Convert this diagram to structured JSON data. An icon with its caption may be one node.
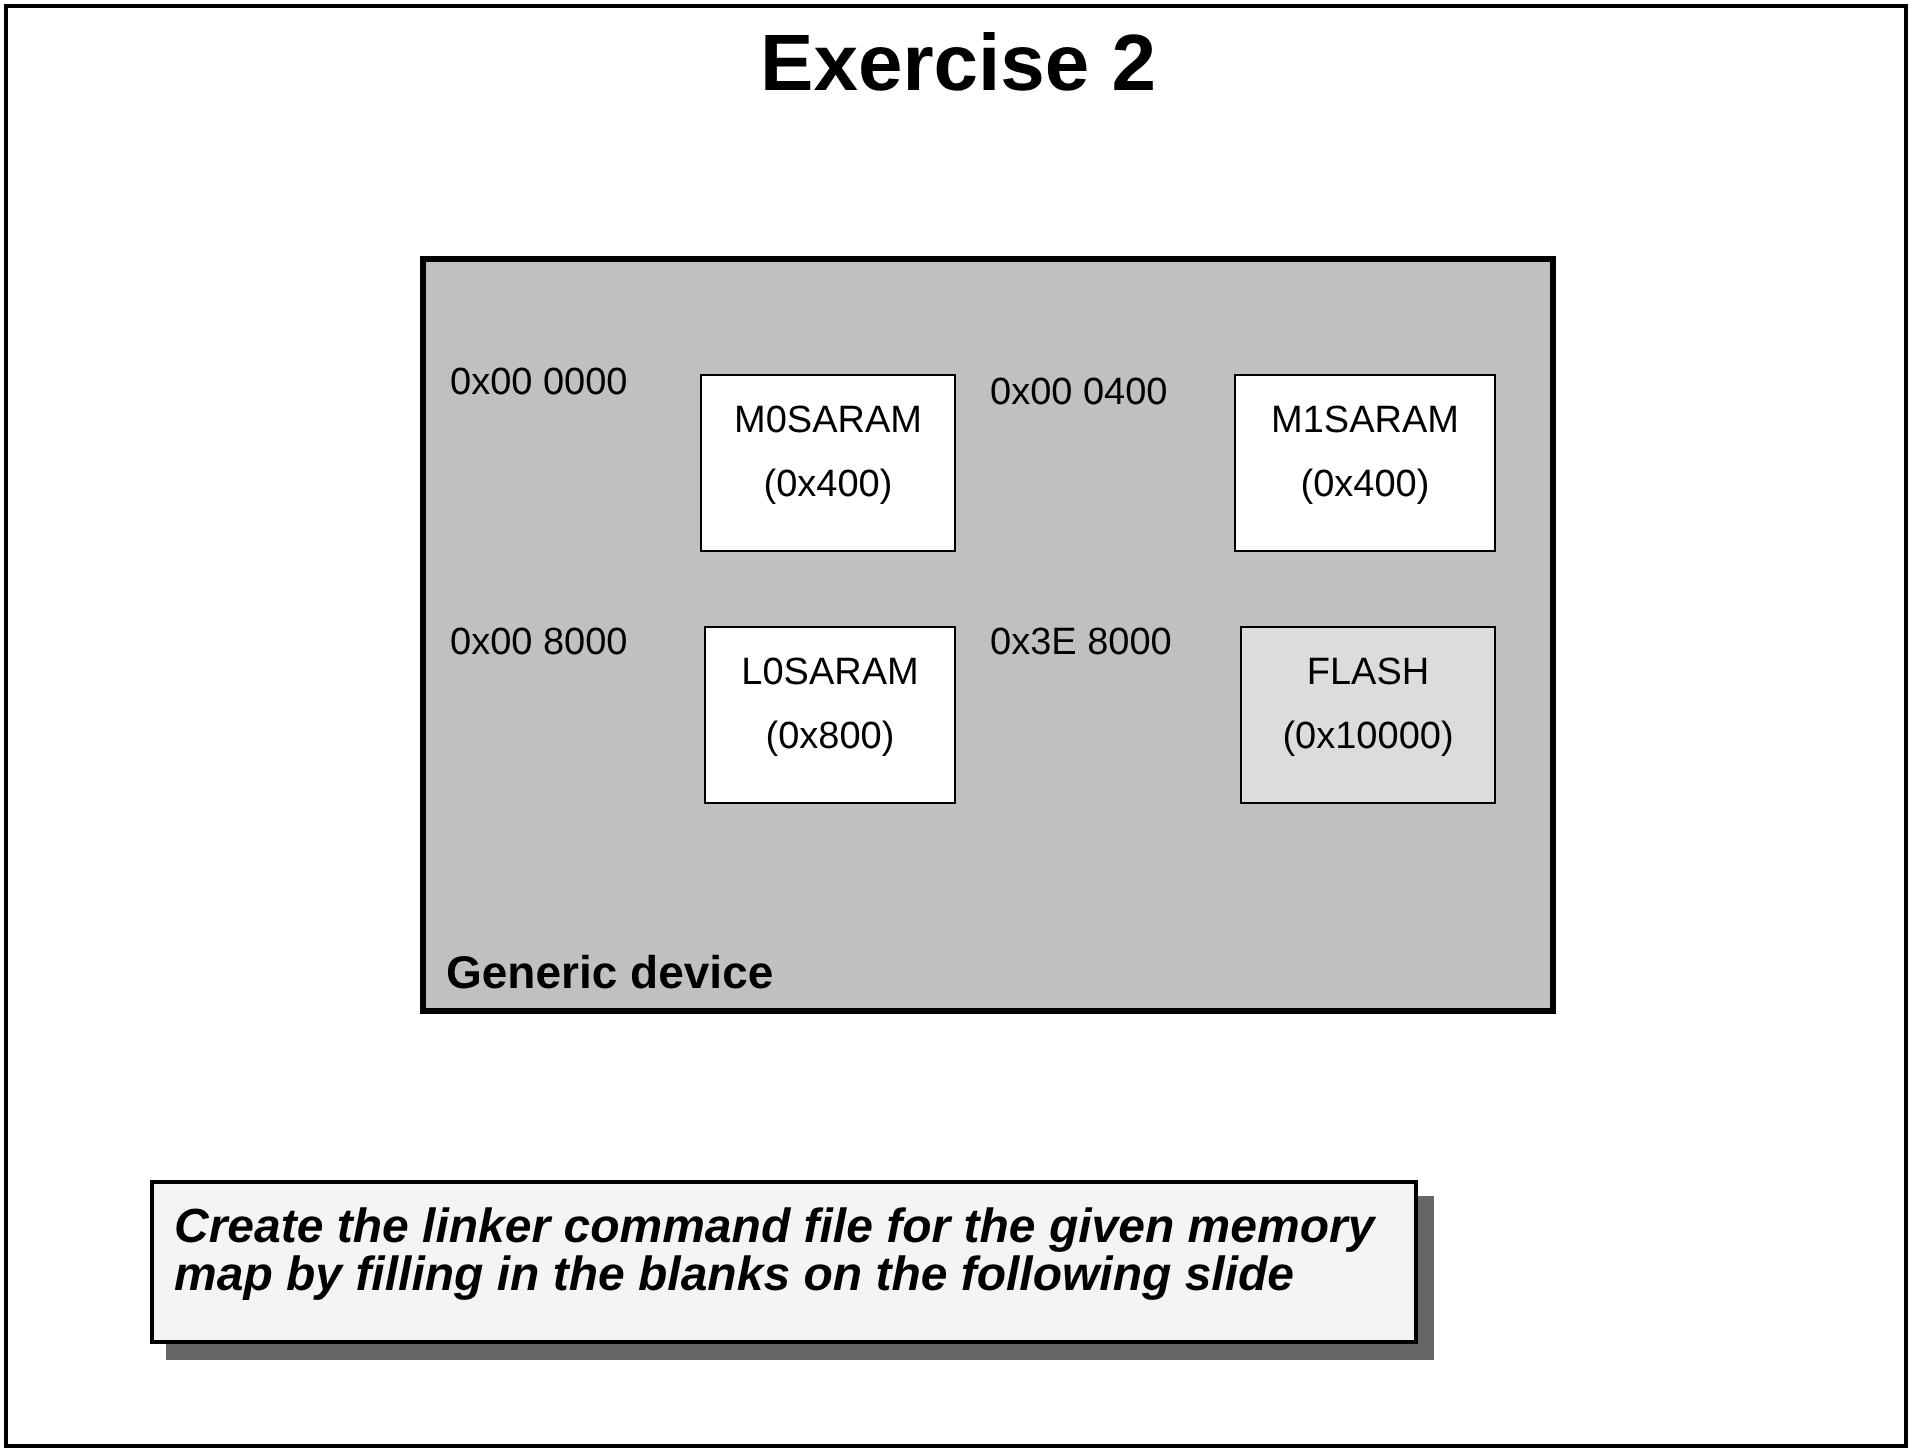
{
  "diagram": {
    "title": "Exercise 2",
    "nodes": [
      {
        "text": [
          "Generic device"
        ]
      },
      {
        "text": [
          "M0SARAM",
          "(0x400)"
        ],
        "in": 0
      },
      {
        "text": [
          "M1SARAM",
          "(0x400)"
        ],
        "in": 0
      },
      {
        "text": [
          "L0SARAM",
          "(0x800)"
        ],
        "in": 0
      },
      {
        "text": [
          "FLASH",
          "(0x10000)"
        ],
        "in": 0
      },
      {
        "text": [
          "Create the linker command file for the given memory map by filling in the blanks on the following slide"
        ]
      }
    ],
    "labels": [
      "0x00 0000",
      "0x00 0400",
      "0x00 8000",
      "0x3E 8000"
    ]
  }
}
